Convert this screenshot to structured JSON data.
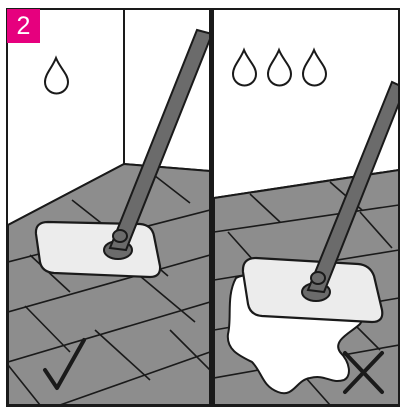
{
  "step": {
    "number": "2",
    "badge_color": "#e6007e"
  },
  "panels": [
    {
      "id": "left",
      "water_drops": 1,
      "result_icon": "check-mark-icon",
      "verdict": "correct"
    },
    {
      "id": "right",
      "water_drops": 3,
      "result_icon": "cross-mark-icon",
      "verdict": "incorrect"
    }
  ],
  "colors": {
    "floor_fill": "#8d8d8d",
    "outline": "#1a1a1a",
    "pad_fill": "#ececec",
    "pole_fill": "#6b6b6b",
    "wet_fill": "#ffffff"
  }
}
